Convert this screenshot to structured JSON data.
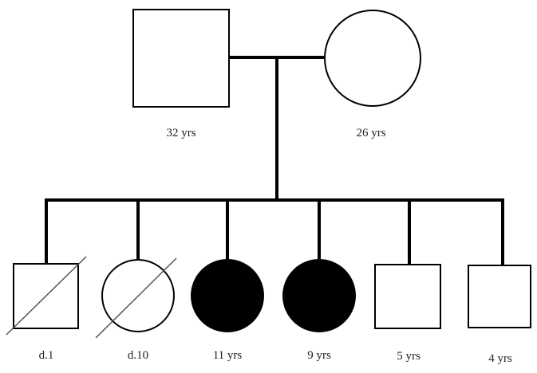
{
  "pedigree": {
    "parents": {
      "father": {
        "sex": "male",
        "affected": false,
        "deceased": false,
        "label": "32 yrs"
      },
      "mother": {
        "sex": "female",
        "affected": false,
        "deceased": false,
        "label": "26 yrs"
      }
    },
    "children": [
      {
        "sex": "male",
        "affected": false,
        "deceased": true,
        "label": "d.1"
      },
      {
        "sex": "female",
        "affected": false,
        "deceased": true,
        "label": "d.10"
      },
      {
        "sex": "female",
        "affected": true,
        "deceased": false,
        "label": "11 yrs"
      },
      {
        "sex": "female",
        "affected": true,
        "deceased": false,
        "label": "9 yrs"
      },
      {
        "sex": "male",
        "affected": false,
        "deceased": false,
        "label": "5 yrs"
      },
      {
        "sex": "male",
        "affected": false,
        "deceased": false,
        "label": "4 yrs"
      }
    ],
    "colors": {
      "line": "#000000",
      "affected_fill": "#000000",
      "unaffected_fill": "#ffffff",
      "slash": "#555555"
    }
  }
}
